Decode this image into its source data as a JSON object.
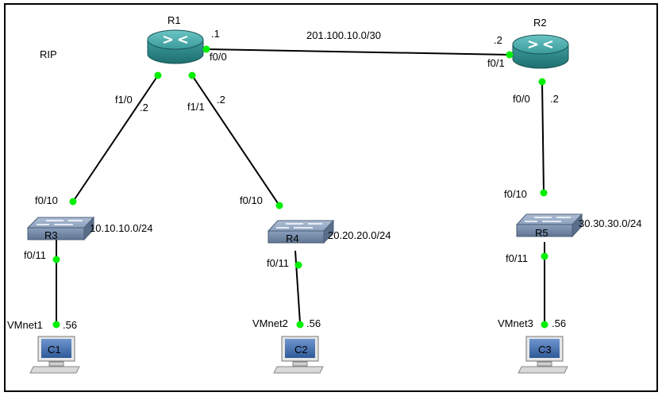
{
  "protocol_label": "RIP",
  "colors": {
    "link": "#000000",
    "port_dot": "#00ee00",
    "router": "#2f8c8c",
    "switch": "#7f93ad",
    "pc_screen": "#3f6aa8"
  },
  "routers": [
    {
      "id": "r1",
      "name": "R1"
    },
    {
      "id": "r2",
      "name": "R2"
    }
  ],
  "switches": [
    {
      "id": "r3",
      "name": "R3",
      "network": "10.10.10.0/24"
    },
    {
      "id": "r4",
      "name": "R4",
      "network": "20.20.20.0/24"
    },
    {
      "id": "r5",
      "name": "R5",
      "network": "30.30.30.0/24"
    }
  ],
  "hosts": [
    {
      "id": "c1",
      "name": "C1",
      "adapter": "VMnet1",
      "host_octet": ".56"
    },
    {
      "id": "c2",
      "name": "C2",
      "adapter": "VMnet2",
      "host_octet": ".56"
    },
    {
      "id": "c3",
      "name": "C3",
      "adapter": "VMnet3",
      "host_octet": ".56"
    }
  ],
  "links": [
    {
      "id": "r1-r2",
      "network": "201.100.10.0/30",
      "a_port": "f0/0",
      "a_addr": ".1",
      "b_port": "f0/1",
      "b_addr": ".2"
    },
    {
      "id": "r1-r3",
      "a_port": "f1/0",
      "a_addr": ".2",
      "b_port": "f0/10"
    },
    {
      "id": "r1-r4",
      "a_port": "f1/1",
      "a_addr": ".2",
      "b_port": "f0/10"
    },
    {
      "id": "r2-r5",
      "a_port": "f0/0",
      "a_addr": ".2",
      "b_port": "f0/10"
    },
    {
      "id": "r3-c1",
      "a_port": "f0/11"
    },
    {
      "id": "r4-c2",
      "a_port": "f0/11"
    },
    {
      "id": "r5-c3",
      "a_port": "f0/11"
    }
  ]
}
